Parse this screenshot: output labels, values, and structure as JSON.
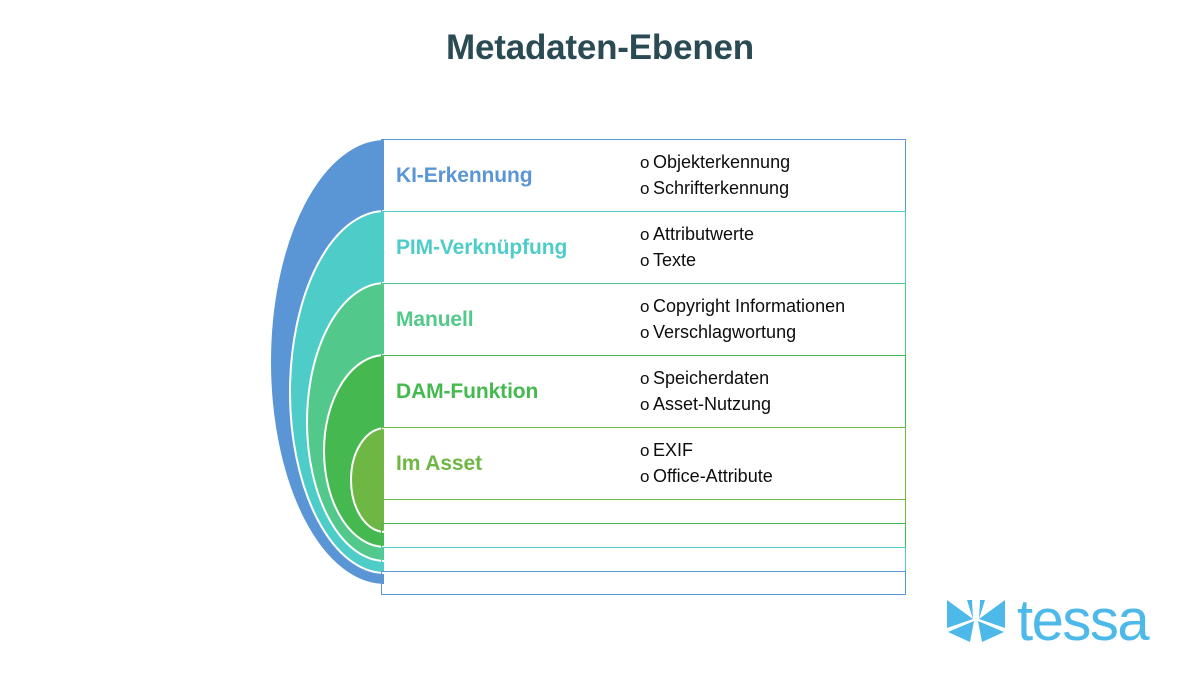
{
  "title": "Metadaten-Ebenen",
  "colors": {
    "title": "#2a4a54",
    "ring_outer_blue": "#5a95d6",
    "ring_teal": "#4ecdc8",
    "ring_mint": "#52c98a",
    "ring_green": "#45b94f",
    "ring_olive": "#6fb744",
    "logo_blue": "#4cb9e8",
    "text_black": "#0d0d0d",
    "background": "#ffffff"
  },
  "layers": [
    {
      "label": "KI-Erkennung",
      "color": "#5a95d6",
      "items": [
        "Objekterkennung",
        "Schrifterkennung"
      ]
    },
    {
      "label": "PIM-Verknüpfung",
      "color": "#4ecdc8",
      "items": [
        "Attributwerte",
        "Texte"
      ]
    },
    {
      "label": "Manuell",
      "color": "#52c98a",
      "items": [
        "Copyright Informationen",
        "Verschlagwortung"
      ]
    },
    {
      "label": "DAM-Funktion",
      "color": "#45b94f",
      "items": [
        "Speicherdaten",
        "Asset-Nutzung"
      ]
    },
    {
      "label": "Im Asset",
      "color": "#6fb744",
      "items": [
        "EXIF",
        "Office-Attribute"
      ]
    }
  ],
  "spacer_rows": [
    {
      "color": "#6fb744"
    },
    {
      "color": "#45b94f"
    },
    {
      "color": "#4ecdc8"
    },
    {
      "color": "#5a95d6"
    }
  ],
  "bullet_glyph": "o",
  "logo": {
    "wordmark": "tessa",
    "mark_name": "tessa-butterfly-mark"
  }
}
